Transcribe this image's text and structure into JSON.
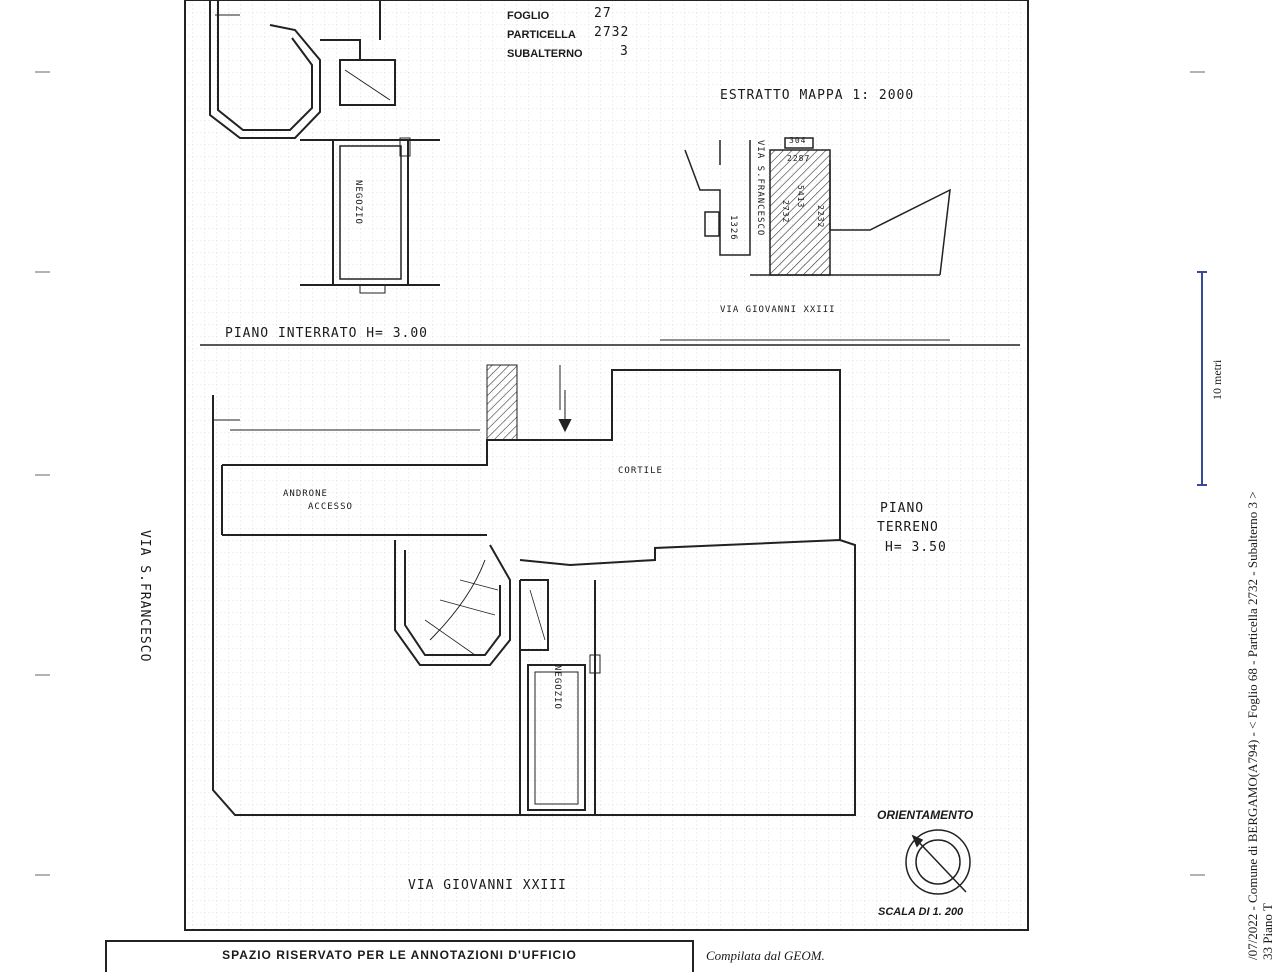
{
  "header": {
    "foglio_label": "FOGLIO",
    "foglio_value": "27",
    "particella_label": "PARTICELLA",
    "particella_value": "2732",
    "subalterno_label": "SUBALTERNO",
    "subalterno_value": "3"
  },
  "labels": {
    "estratto_mappa": "ESTRATTO MAPPA 1: 2000",
    "negozio_upper": "NEGOZIO",
    "piano_interrato": "PIANO INTERRATO H= 3.00",
    "via_s_francesco_map": "VIA S.FRANCESCO",
    "via_giovanni_map": "VIA GIOVANNI XXIII",
    "map_1326": "1326",
    "map_2732": "2732",
    "map_2232": "2232",
    "map_2287": "2287",
    "map_304": "304",
    "map_5413": "5413",
    "cortile": "CORTILE",
    "androne": "ANDRONE",
    "accesso": "ACCESSO",
    "piano_terreno_1": "PIANO",
    "piano_terreno_2": "TERRENO",
    "piano_terreno_3": "H= 3.50",
    "via_s_francesco": "VIA S.FRANCESCO",
    "negozio_lower": "NEGOZIO",
    "via_giovanni": "VIA GIOVANNI XXIII",
    "orientamento": "ORIENTAMENTO",
    "scala": "SCALA DI 1. 200"
  },
  "footer": {
    "spazio_riservato": "SPAZIO RISERVATO PER LE ANNOTAZIONI D'UFFICIO",
    "compilata": "Compilata dal  GEOM."
  },
  "sidebar": {
    "scale_bar": "10 metri",
    "line1": "/07/2022 - Comune di BERGAMO(A794) - < Foglio 68 - Particella  2732 - Subalterno 3 >",
    "line2": "33 Piano T"
  },
  "colors": {
    "ink": "#1a1a1a",
    "grid": "#c8c8c8",
    "scale_bar": "#3a4a9a"
  }
}
